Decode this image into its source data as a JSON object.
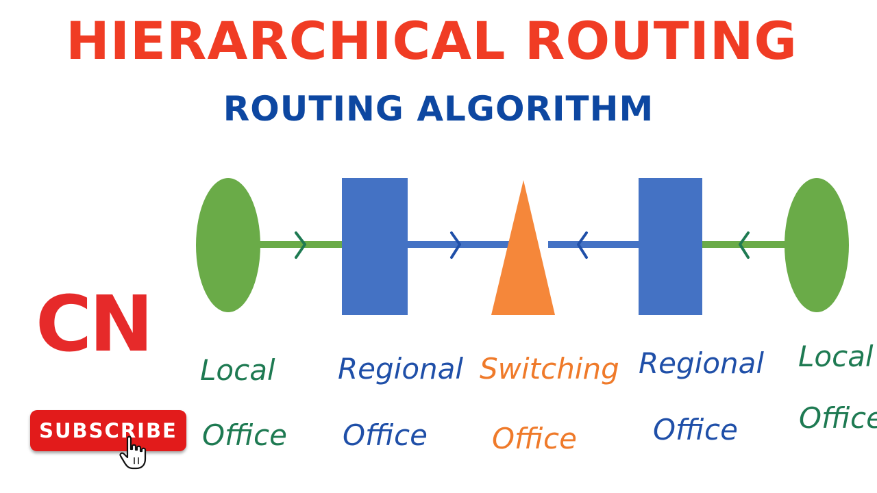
{
  "header": {
    "title": "HIERARCHICAL ROUTING",
    "subtitle": "ROUTING ALGORITHM"
  },
  "diagram": {
    "nodes": [
      {
        "id": "local-office-left",
        "shape": "ellipse",
        "label_line1": "Local",
        "label_line2": "Office"
      },
      {
        "id": "regional-office-left",
        "shape": "rectangle",
        "label_line1": "Regional",
        "label_line2": "Office"
      },
      {
        "id": "switching-office",
        "shape": "triangle",
        "label_line1": "Switching",
        "label_line2": "Office"
      },
      {
        "id": "regional-office-right",
        "shape": "rectangle",
        "label_line1": "Regional",
        "label_line2": "Office"
      },
      {
        "id": "local-office-right",
        "shape": "ellipse",
        "label_line1": "Local",
        "label_line2": "Office"
      }
    ],
    "edges": [
      {
        "from": "local-office-left",
        "to": "regional-office-left",
        "direction": "right"
      },
      {
        "from": "regional-office-left",
        "to": "switching-office",
        "direction": "right"
      },
      {
        "from": "regional-office-right",
        "to": "switching-office",
        "direction": "left"
      },
      {
        "from": "local-office-right",
        "to": "regional-office-right",
        "direction": "left"
      }
    ]
  },
  "badge": {
    "text": "CN"
  },
  "subscribe": {
    "label": "SUBSCRIBE"
  },
  "icons": {
    "cursor": "hand-pointer-icon"
  },
  "colors": {
    "title": "#f03c24",
    "subtitle": "#0d47a1",
    "local_office": "#6aab48",
    "regional_office": "#4472c4",
    "switching_office": "#f5873a",
    "label_green": "#1e7a52",
    "label_blue": "#1f4fa8",
    "label_orange": "#ef7a2a",
    "badge": "#e62a2a",
    "subscribe_bg": "#e21b1b"
  }
}
